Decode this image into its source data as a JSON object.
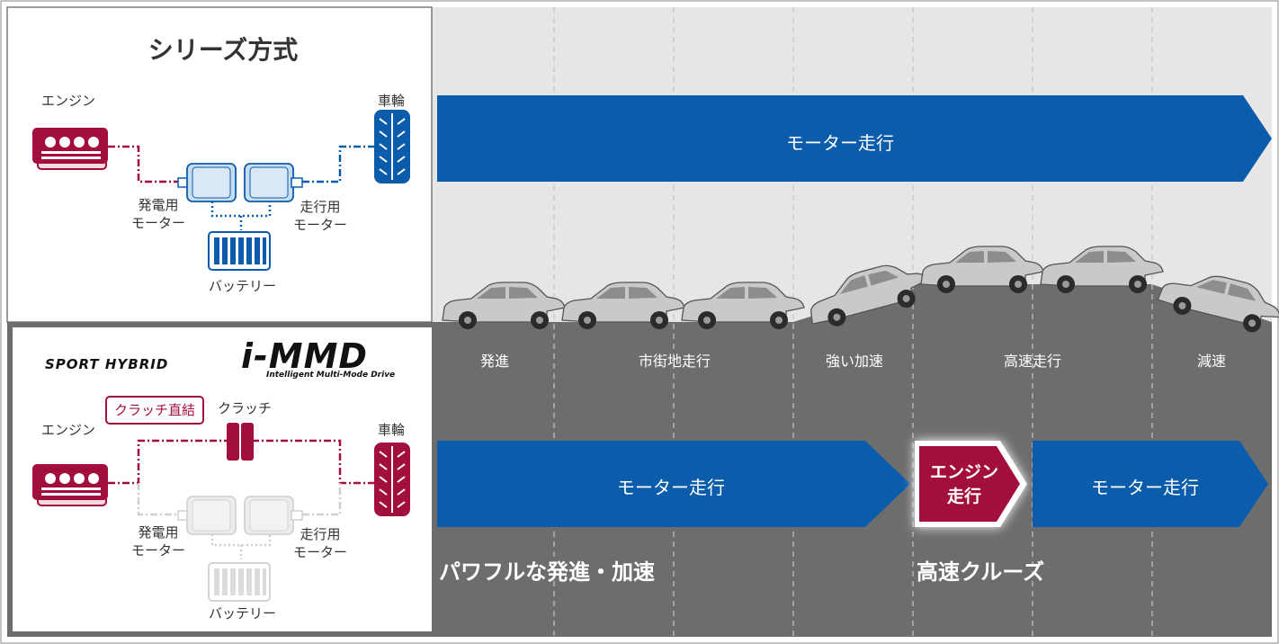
{
  "series": {
    "title": "シリーズ方式",
    "engine_label": "エンジン",
    "wheel_label": "車輪",
    "gen_motor_label": "発電用\nモーター",
    "drive_motor_label": "走行用\nモーター",
    "battery_label": "バッテリー"
  },
  "immd": {
    "logo_prefix": "SPORT HYBRID",
    "logo_main": "i-MMD",
    "logo_sub": "Intelligent Multi-Mode Drive",
    "clutch_direct_label": "クラッチ直結",
    "clutch_label": "クラッチ",
    "engine_label": "エンジン",
    "wheel_label": "車輪",
    "gen_motor_label": "発電用\nモーター",
    "drive_motor_label": "走行用\nモーター",
    "battery_label": "バッテリー"
  },
  "top_banner": {
    "label": "モーター走行"
  },
  "stages": [
    "発進",
    "市街地走行",
    "強い加速",
    "高速走行",
    "減速"
  ],
  "bottom_banners": {
    "left": "モーター走行",
    "engine": "エンジン\n走行",
    "right": "モーター走行"
  },
  "captions": {
    "left": "パワフルな発進・加速",
    "right": "高速クルーズ"
  },
  "colors": {
    "blue": "#0b5cab",
    "crimson": "#a30f3c",
    "dark_gray": "#6d6d6d",
    "light_gray": "#e6e6e6"
  }
}
